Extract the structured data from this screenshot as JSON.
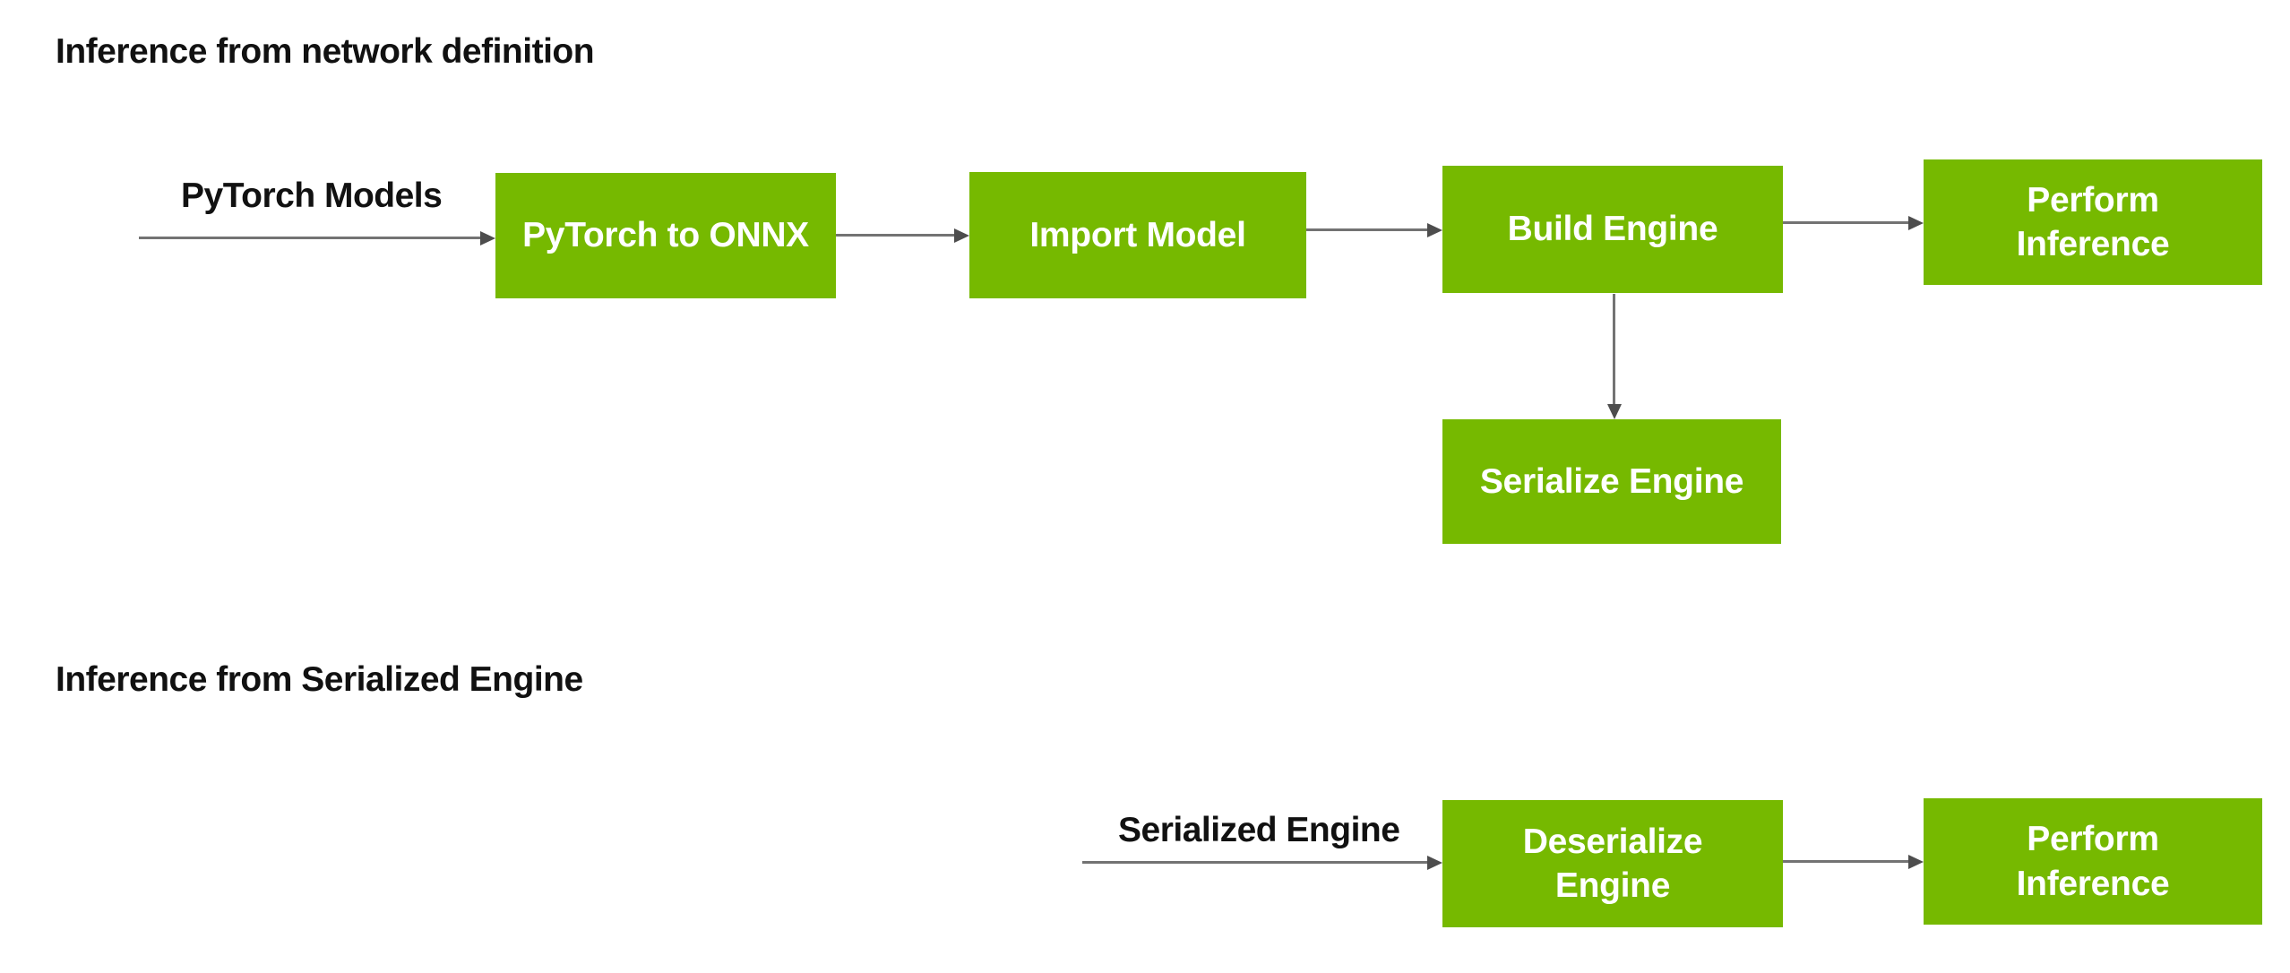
{
  "diagram": {
    "background": "#ffffff",
    "colors": {
      "node_fill": "#76b900",
      "node_text": "#ffffff",
      "label_text": "#111111",
      "arrow_line": "#737373",
      "arrow_head": "#4d4d4d"
    },
    "sections": [
      {
        "title": "Inference from network definition",
        "input_label": "PyTorch Models",
        "nodes": [
          {
            "label": "PyTorch to ONNX"
          },
          {
            "label": "Import Model"
          },
          {
            "label": "Build Engine"
          },
          {
            "label": "Perform\nInference"
          },
          {
            "label": "Serialize Engine"
          }
        ]
      },
      {
        "title": "Inference from Serialized Engine",
        "input_label": "Serialized Engine",
        "nodes": [
          {
            "label": "Deserialize\nEngine"
          },
          {
            "label": "Perform\nInference"
          }
        ]
      }
    ]
  }
}
